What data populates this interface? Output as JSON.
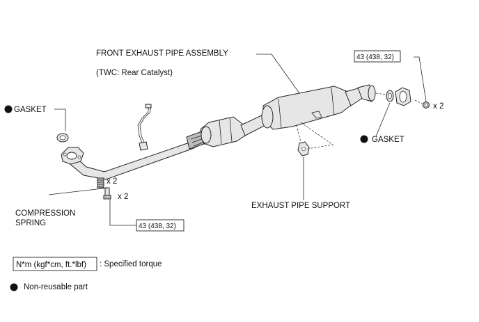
{
  "labels": {
    "assembly": "FRONT EXHAUST PIPE ASSEMBLY",
    "twc": "(TWC: Rear Catalyst)",
    "gasket_left": "GASKET",
    "gasket_right": "GASKET",
    "compression_spring_1": "COMPRESSION",
    "compression_spring_2": "SPRING",
    "support": "EXHAUST PIPE SUPPORT",
    "spring_qty": "x 2",
    "bolt_qty": "x 2",
    "nut_qty": "x 2"
  },
  "torque": {
    "top_right": "43 (438, 32)",
    "bottom_left": "43 (438, 32)"
  },
  "legend": {
    "units_box": "N*m (kgf*cm, ft.*lbf)",
    "units_desc": ": Specified torque",
    "nonreusable_desc": "Non-reusable part"
  },
  "colors": {
    "ink": "#111111",
    "part_fill": "#e6e6e6",
    "part_shade": "#bdbdbd"
  },
  "icons": [
    "non-reusable-bullet-icon"
  ]
}
